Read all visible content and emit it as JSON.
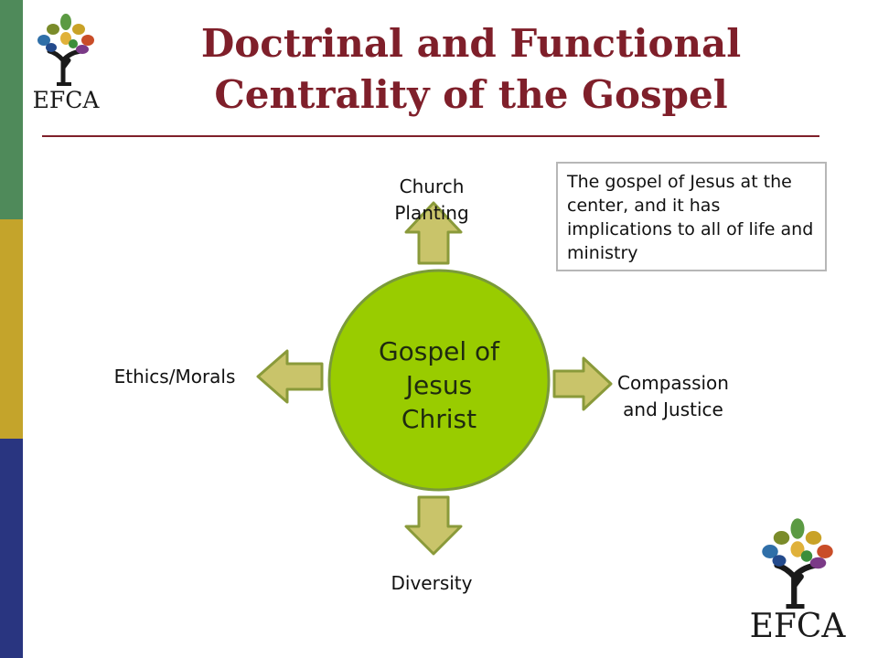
{
  "title": {
    "line1": "Doctrinal and Functional",
    "line2": "Centrality of the Gospel"
  },
  "logo": {
    "text": "EFCA",
    "icon": "tree-of-leaves-icon"
  },
  "center": {
    "line1": "Gospel of",
    "line2": "Jesus",
    "line3": "Christ"
  },
  "arrows": {
    "top": {
      "line1": "Church",
      "line2": "Planting"
    },
    "left": {
      "line1": "Ethics/Morals"
    },
    "right": {
      "line1": "Compassion",
      "line2": "and Justice"
    },
    "bottom": {
      "line1": "Diversity"
    }
  },
  "callout": {
    "text": "The gospel of Jesus at the center, and it has implications to all of life and ministry"
  },
  "colors": {
    "title": "#7f1f2a",
    "circle_fill": "#99cc00",
    "circle_stroke": "#7a9a3a",
    "arrow_fill": "#c9c46a",
    "arrow_stroke": "#8a9a3a",
    "stripe_green": "#4f8a5a",
    "stripe_gold": "#c4a42b",
    "stripe_blue": "#293580"
  }
}
